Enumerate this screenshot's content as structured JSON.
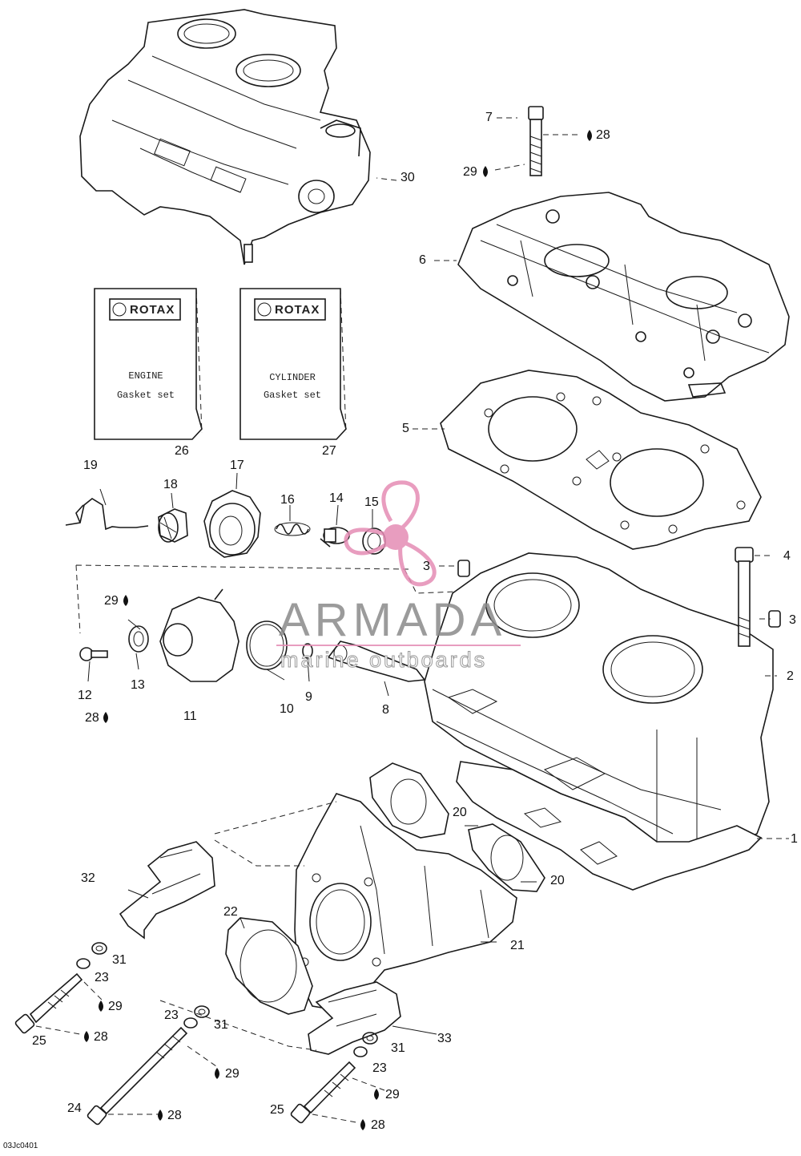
{
  "diagram": {
    "reference_code": "03Jc0401",
    "watermark": {
      "title": "ARMADA",
      "subtitle": "marine outboards",
      "brand_color": "#e58cb4"
    },
    "gasket_kits": [
      {
        "brand": "ROTAX",
        "line1": "ENGINE",
        "line2": "Gasket set",
        "number": "26"
      },
      {
        "brand": "ROTAX",
        "line1": "CYLINDER",
        "line2": "Gasket set",
        "number": "27"
      }
    ],
    "callouts": [
      {
        "id": "c7",
        "text": "7"
      },
      {
        "id": "c28a",
        "text": "28"
      },
      {
        "id": "c29a",
        "text": "29"
      },
      {
        "id": "c30",
        "text": "30"
      },
      {
        "id": "c6",
        "text": "6"
      },
      {
        "id": "c5",
        "text": "5"
      },
      {
        "id": "c19",
        "text": "19"
      },
      {
        "id": "c18",
        "text": "18"
      },
      {
        "id": "c17",
        "text": "17"
      },
      {
        "id": "c16",
        "text": "16"
      },
      {
        "id": "c14",
        "text": "14"
      },
      {
        "id": "c15",
        "text": "15"
      },
      {
        "id": "c3a",
        "text": "3"
      },
      {
        "id": "c4",
        "text": "4"
      },
      {
        "id": "c3b",
        "text": "3"
      },
      {
        "id": "c2",
        "text": "2"
      },
      {
        "id": "c29b",
        "text": "29"
      },
      {
        "id": "c12",
        "text": "12"
      },
      {
        "id": "c13",
        "text": "13"
      },
      {
        "id": "c28b",
        "text": "28"
      },
      {
        "id": "c11",
        "text": "11"
      },
      {
        "id": "c10",
        "text": "10"
      },
      {
        "id": "c9",
        "text": "9"
      },
      {
        "id": "c8",
        "text": "8"
      },
      {
        "id": "c20a",
        "text": "20"
      },
      {
        "id": "c1",
        "text": "1"
      },
      {
        "id": "c20b",
        "text": "20"
      },
      {
        "id": "c32",
        "text": "32"
      },
      {
        "id": "c22",
        "text": "22"
      },
      {
        "id": "c21",
        "text": "21"
      },
      {
        "id": "c31a",
        "text": "31"
      },
      {
        "id": "c23a",
        "text": "23"
      },
      {
        "id": "c29c",
        "text": "29"
      },
      {
        "id": "c25a",
        "text": "25"
      },
      {
        "id": "c28c",
        "text": "28"
      },
      {
        "id": "c23b",
        "text": "23"
      },
      {
        "id": "c31b",
        "text": "31"
      },
      {
        "id": "c33",
        "text": "33"
      },
      {
        "id": "c31c",
        "text": "31"
      },
      {
        "id": "c23c",
        "text": "23"
      },
      {
        "id": "c29d",
        "text": "29"
      },
      {
        "id": "c29e",
        "text": "29"
      },
      {
        "id": "c24",
        "text": "24"
      },
      {
        "id": "c28d",
        "text": "28"
      },
      {
        "id": "c25b",
        "text": "25"
      },
      {
        "id": "c28e",
        "text": "28"
      }
    ]
  }
}
